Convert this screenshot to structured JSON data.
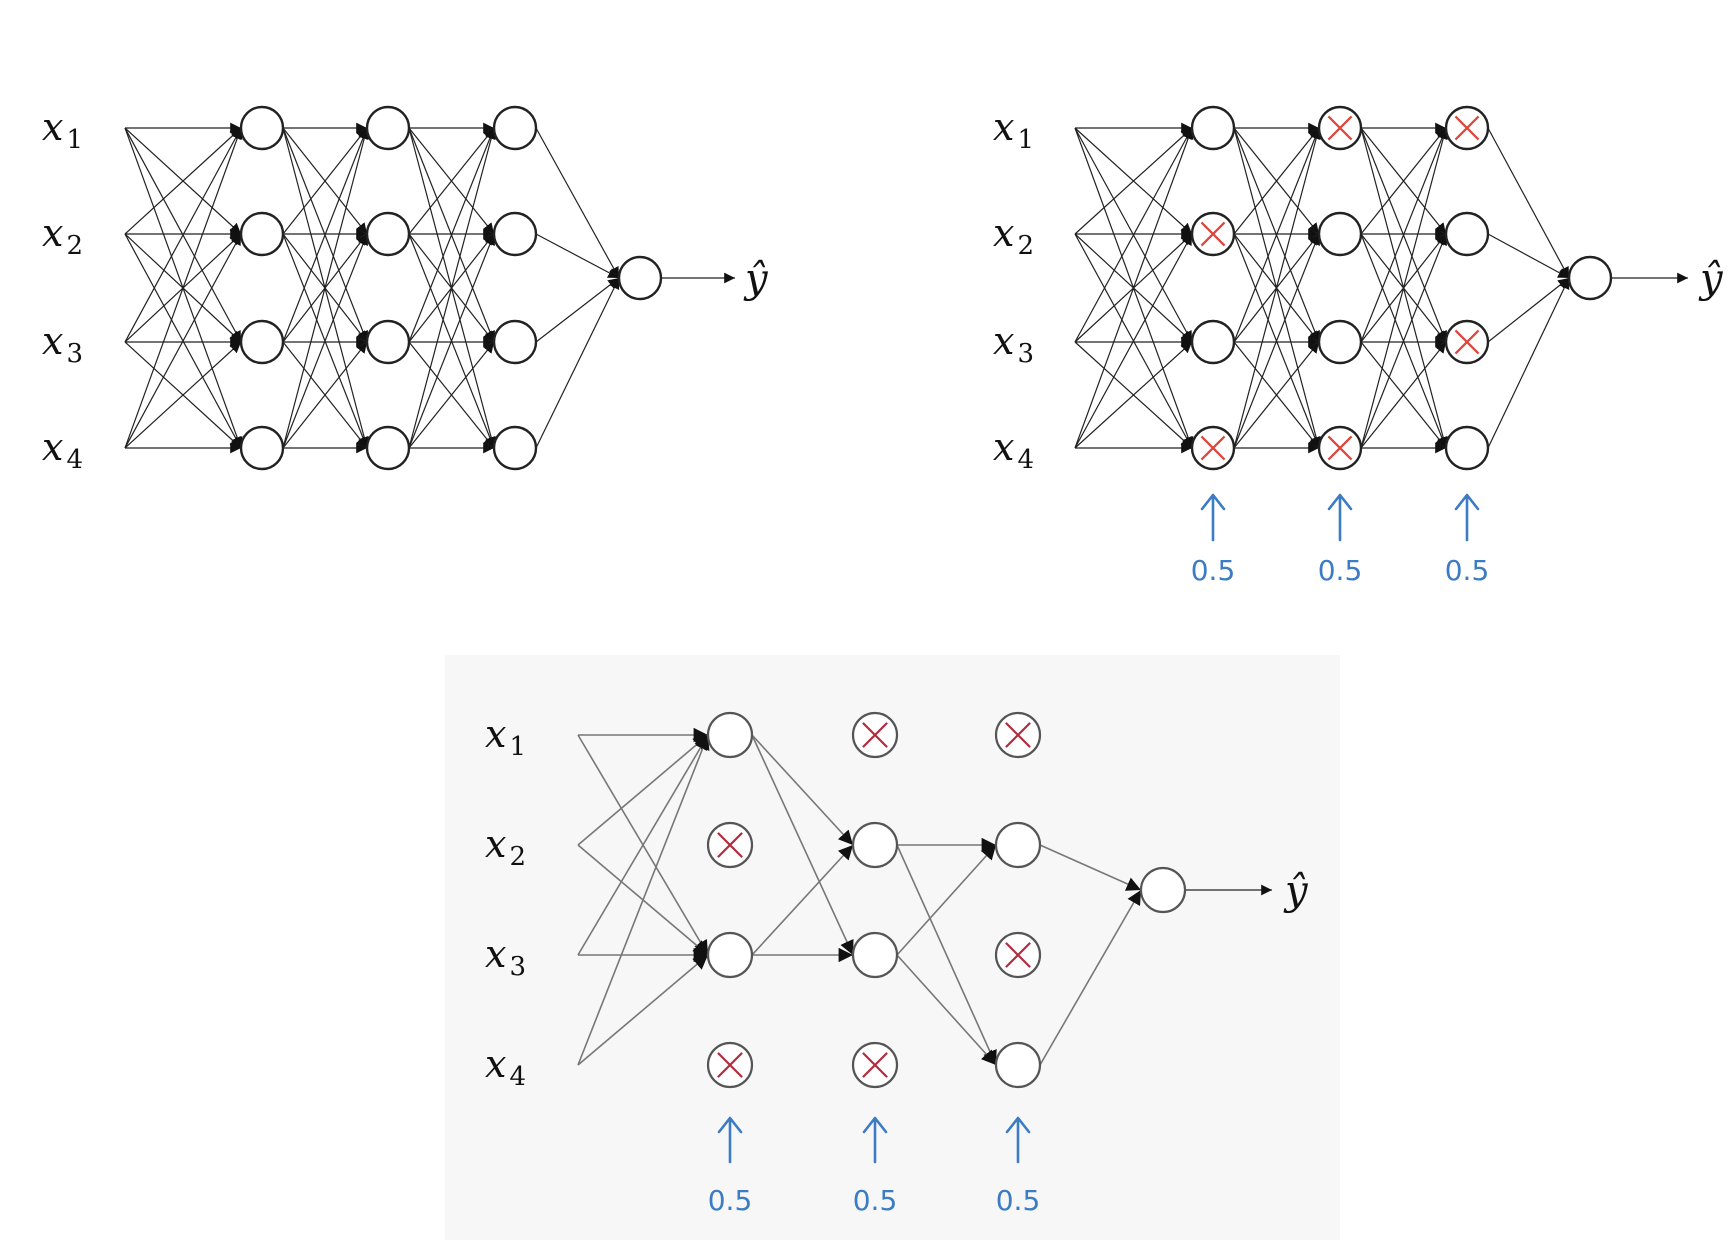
{
  "inputs": [
    {
      "var": "x",
      "sub": "1"
    },
    {
      "var": "x",
      "sub": "2"
    },
    {
      "var": "x",
      "sub": "3"
    },
    {
      "var": "x",
      "sub": "4"
    }
  ],
  "output_label": "ŷ",
  "keep_prob": "0.5",
  "diagrams": [
    {
      "id": "full",
      "kept": [
        [
          1,
          1,
          1,
          1
        ],
        [
          1,
          1,
          1,
          1
        ],
        [
          1,
          1,
          1,
          1
        ]
      ],
      "show_probs": false
    },
    {
      "id": "dropout-marked",
      "kept": [
        [
          1,
          0,
          1,
          0
        ],
        [
          0,
          1,
          1,
          0
        ],
        [
          0,
          1,
          0,
          1
        ]
      ],
      "show_probs": true
    },
    {
      "id": "thinned",
      "kept": [
        [
          1,
          0,
          1,
          0
        ],
        [
          0,
          1,
          1,
          0
        ],
        [
          0,
          1,
          0,
          1
        ]
      ],
      "show_probs": true
    }
  ],
  "colors": {
    "dropped_x": "#e0443a",
    "annotation": "#3b7cc4"
  }
}
